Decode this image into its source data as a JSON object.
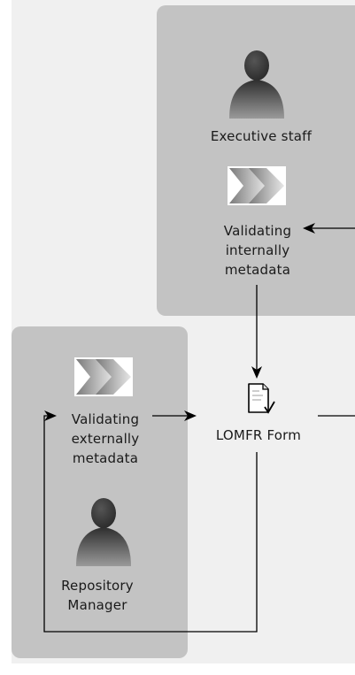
{
  "colors": {
    "canvas_background": "#f0f0f0",
    "lane_fill": "#c3c3c3",
    "connector": "#000000",
    "text": "#1a1a1a"
  },
  "lanes": {
    "executive": {
      "role_label": "Executive staff",
      "role_icon": "person-icon",
      "task_label_lines": [
        "Validating",
        "internally",
        "metadata"
      ],
      "task_icon": "chevron-step-icon"
    },
    "repository": {
      "role_label_lines": [
        "Repository",
        "Manager"
      ],
      "role_icon": "person-icon",
      "task_label_lines": [
        "Validating",
        "externally",
        "metadata"
      ],
      "task_icon": "chevron-step-icon"
    }
  },
  "artifact": {
    "label": "LOMFR Form",
    "icon": "document-icon"
  }
}
